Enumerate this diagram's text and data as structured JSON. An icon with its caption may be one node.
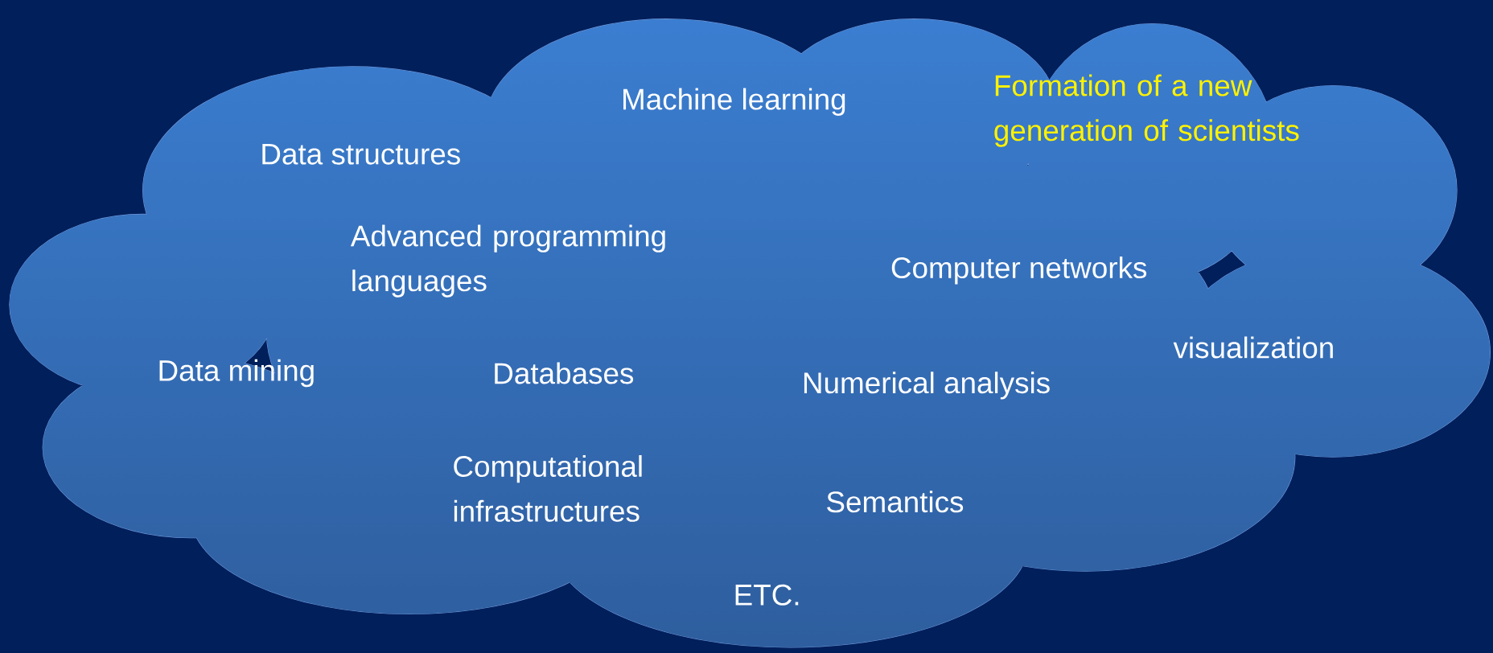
{
  "diagram": {
    "nodes": [
      {
        "text": [
          "Machine learning",
          "Formation of a new generation of scientists",
          "Data structures",
          "Advanced programming languages",
          "Computer networks",
          "visualization",
          "Data mining",
          "Databases",
          "Numerical analysis",
          "Computational infrastructures",
          "Semantics",
          "ETC."
        ]
      }
    ]
  }
}
